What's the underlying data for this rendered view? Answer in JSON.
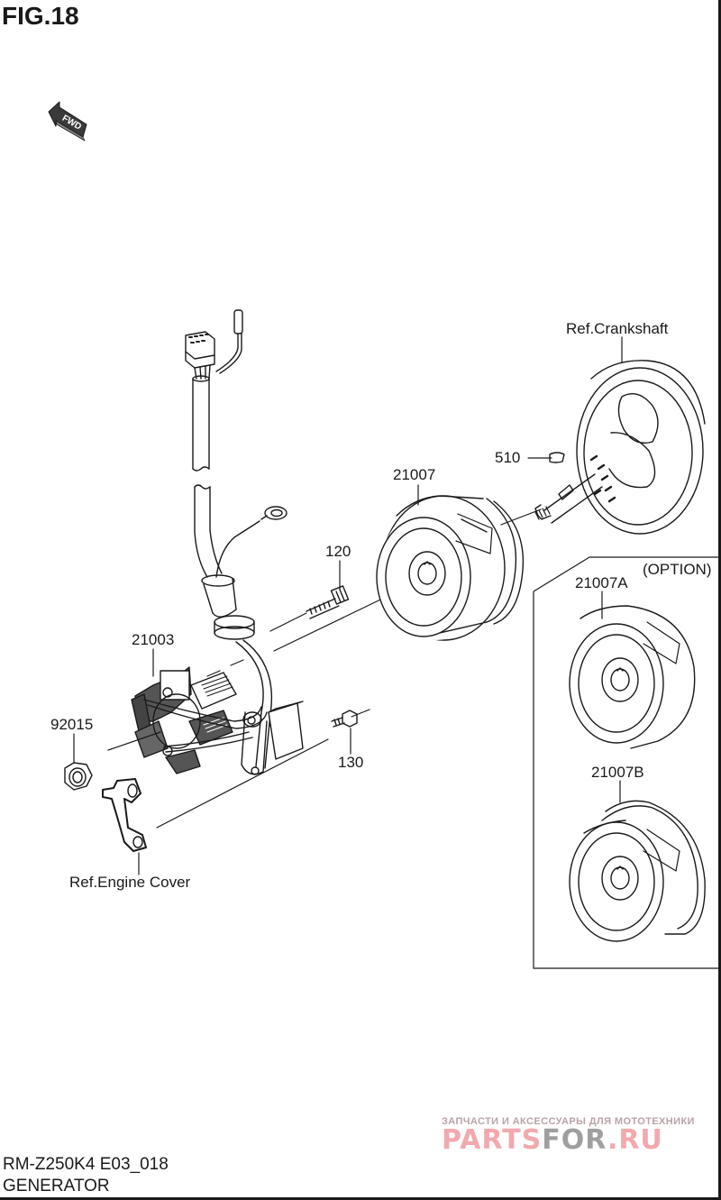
{
  "figure": {
    "title": "FIG.18",
    "direction_indicator": {
      "icon": "fwd-arrow-icon",
      "text": "FWD"
    },
    "model_code": "RM-Z250K4 E03_018",
    "section_name": "GENERATOR"
  },
  "callouts": [
    {
      "id": "ref-crankshaft",
      "text": "Ref.Crankshaft"
    },
    {
      "id": "510",
      "text": "510"
    },
    {
      "id": "21007",
      "text": "21007"
    },
    {
      "id": "120",
      "text": "120"
    },
    {
      "id": "21003",
      "text": "21003"
    },
    {
      "id": "92015",
      "text": "92015"
    },
    {
      "id": "130",
      "text": "130"
    },
    {
      "id": "ref-engine-cover",
      "text": "Ref.Engine Cover"
    },
    {
      "id": "option",
      "text": "(OPTION)"
    },
    {
      "id": "21007A",
      "text": "21007A"
    },
    {
      "id": "21007B",
      "text": "21007B"
    }
  ],
  "parts": [
    {
      "number": "21003",
      "name": "stator-assembly"
    },
    {
      "number": "21007",
      "name": "flywheel-rotor"
    },
    {
      "number": "21007A",
      "name": "flywheel-rotor-option-a"
    },
    {
      "number": "21007B",
      "name": "flywheel-rotor-option-b"
    },
    {
      "number": "510",
      "name": "woodruff-key"
    },
    {
      "number": "120",
      "name": "bolt"
    },
    {
      "number": "130",
      "name": "bolt"
    },
    {
      "number": "92015",
      "name": "nut"
    }
  ],
  "watermark": {
    "tagline": "ЗАПЧАСТИ И АКСЕССУАРЫ ДЛЯ МОТОТЕХНИКИ",
    "brand_part1": "PARTS",
    "brand_part2": "FOR",
    "brand_part3": ".RU",
    "colors": {
      "pink": "#f2a9ae",
      "gray": "#9f9f9f"
    }
  }
}
